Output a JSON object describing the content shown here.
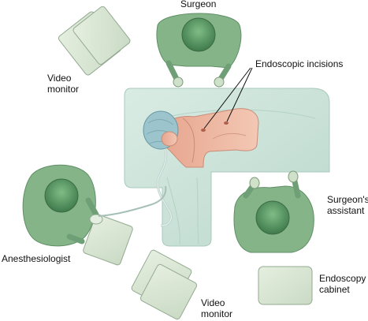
{
  "labels": {
    "surgeon": "Surgeon",
    "endoscopic_incisions": "Endoscopic incisions",
    "video_monitor_top": "Video\nmonitor",
    "surgeons_assistant": "Surgeon's\nassistant",
    "anesthesiologist": "Anesthesiologist",
    "video_monitor_bottom": "Video\nmonitor",
    "endoscopy_cabinet": "Endoscopy\ncabinet"
  },
  "colors": {
    "gown": "#86b489",
    "gown_dark": "#4e7f57",
    "table_drape": "#cfe5dc",
    "skin": "#e9b29b",
    "head_cap": "#9cc4cc",
    "monitor": "#dde8d6",
    "monitor_edge": "#93aa91"
  }
}
